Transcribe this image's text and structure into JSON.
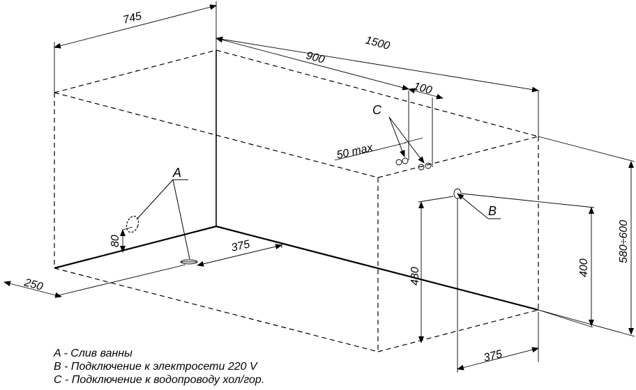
{
  "dimensions": {
    "d745": "745",
    "d1500": "1500",
    "d900": "900",
    "d100": "100",
    "d50max": "50  max",
    "d80": "80",
    "d375_floor": "375",
    "d250": "250",
    "d480": "480",
    "d400": "400",
    "d580_600": "580÷600",
    "d375_bottom": "375"
  },
  "markers": {
    "a": "A",
    "b": "B",
    "c": "C"
  },
  "legend": {
    "a": "A - Слив ванны",
    "b": "B - Подключение к электросети 220 V",
    "c": "C - Подключение к водопроводу хол/гор."
  }
}
